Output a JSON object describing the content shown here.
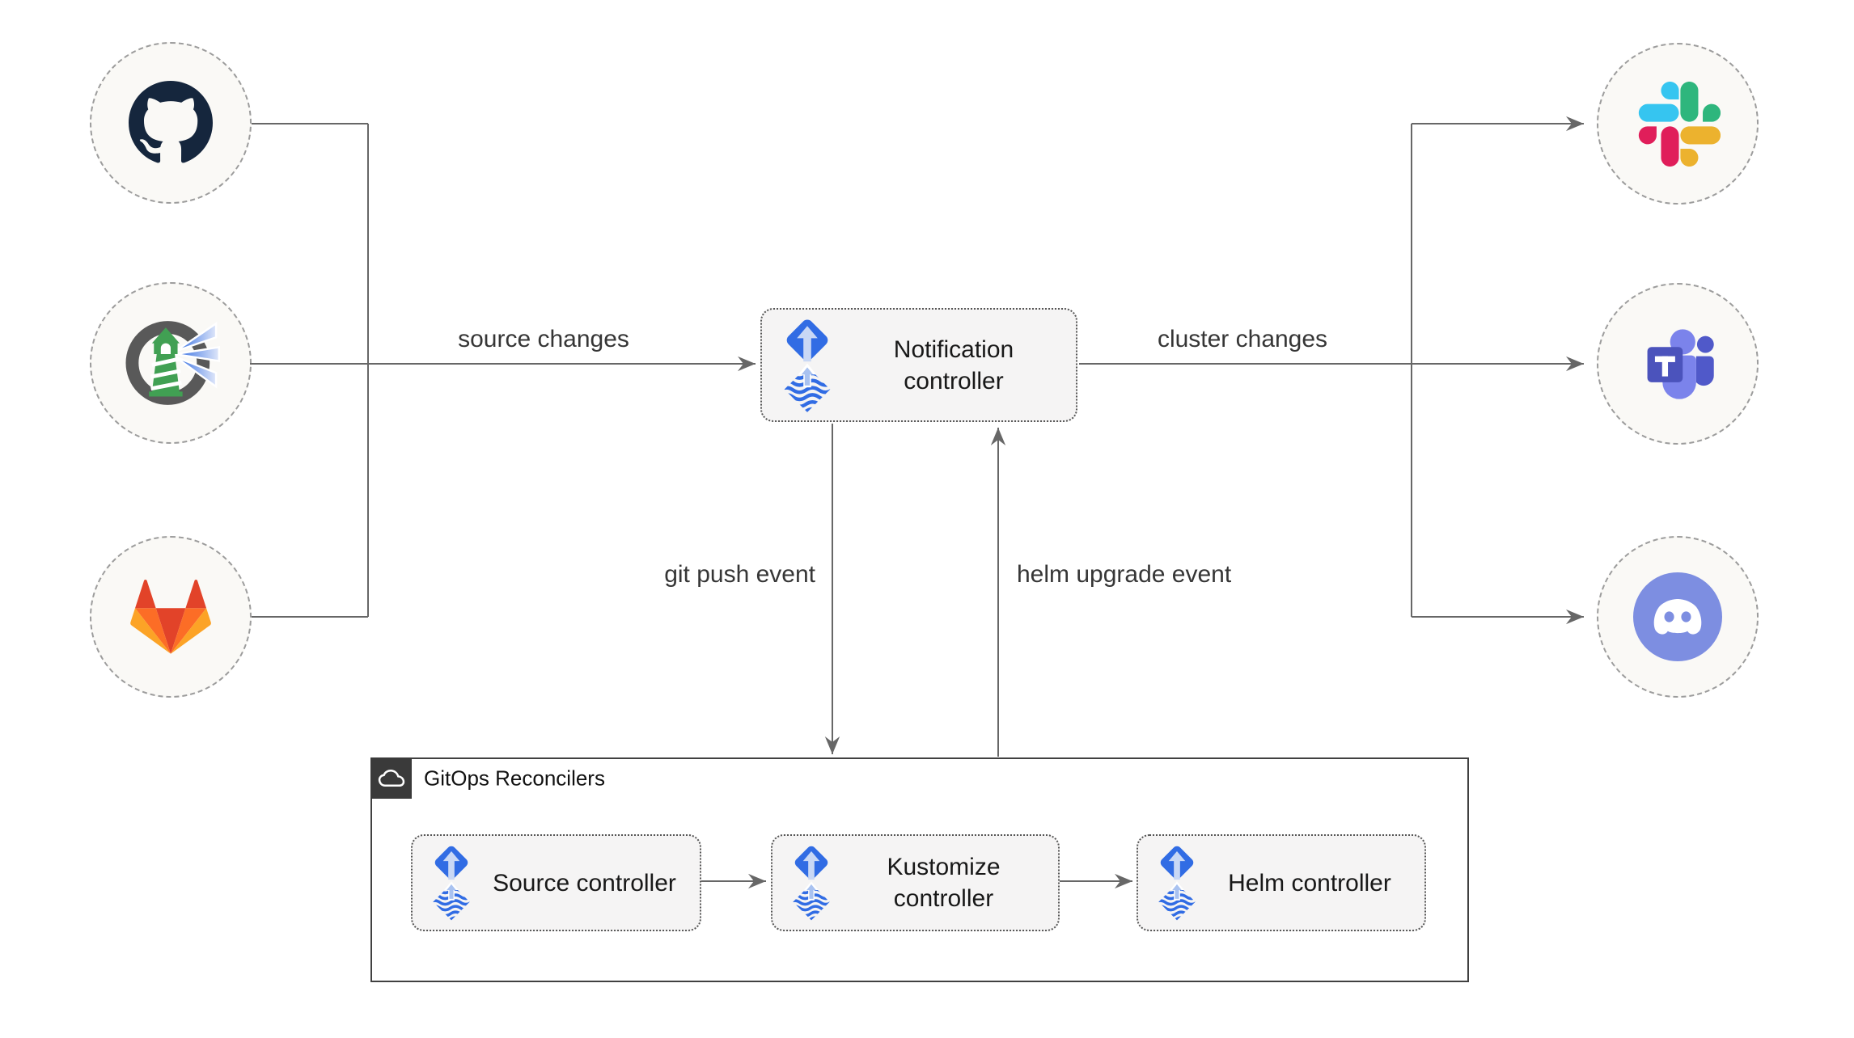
{
  "diagram": {
    "sources": [
      {
        "id": "github",
        "icon": "github-icon"
      },
      {
        "id": "harbor",
        "icon": "harbor-icon"
      },
      {
        "id": "gitlab",
        "icon": "gitlab-icon"
      }
    ],
    "targets": [
      {
        "id": "slack",
        "icon": "slack-icon"
      },
      {
        "id": "teams",
        "icon": "microsoft-teams-icon"
      },
      {
        "id": "discord",
        "icon": "discord-icon"
      }
    ],
    "nodes": {
      "notification": {
        "label": "Notification controller",
        "icon": "flux-icon"
      },
      "reconcilers": {
        "title": "GitOps Reconcilers",
        "title_icon": "cloud-icon",
        "items": [
          {
            "label": "Source controller",
            "icon": "flux-icon"
          },
          {
            "label": "Kustomize controller",
            "icon": "flux-icon"
          },
          {
            "label": "Helm controller",
            "icon": "flux-icon"
          }
        ]
      }
    },
    "edges": {
      "source_changes": "source changes",
      "cluster_changes": "cluster changes",
      "git_push_event": "git push event",
      "helm_upgrade_event": "helm upgrade event"
    },
    "colors": {
      "flux_blue": "#316ce4",
      "flux_arrow_light": "#c9d8f5",
      "wire_gray": "#676767",
      "node_fill": "#f5f4f4",
      "endpoint_fill": "#faf9f6",
      "container_border": "#404040",
      "badge_bg": "#3a3a3a",
      "github_dark": "#15263d",
      "gitlab_red": "#e24329",
      "gitlab_orange": "#fc6d26",
      "gitlab_amber": "#fca326",
      "slack_blue": "#36C5F0",
      "slack_green": "#2EB67D",
      "slack_yellow": "#ECB22E",
      "slack_pink": "#E01E5A",
      "teams_purple": "#5059C9",
      "teams_light_purple": "#7B83EB",
      "discord_blurple": "#7d8ee1",
      "harbor_gray": "#595959",
      "harbor_green": "#41a053"
    }
  }
}
